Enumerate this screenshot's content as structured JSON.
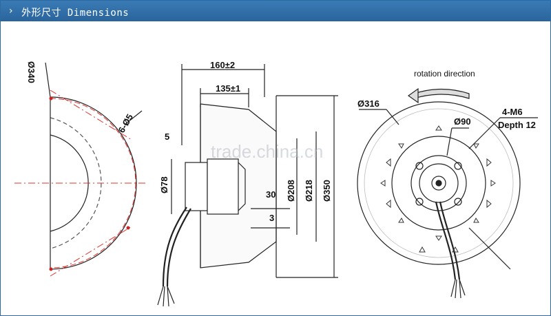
{
  "header": {
    "chevron": "›",
    "title": "外形尺寸 Dimensions",
    "bar_color": "#2f6ea8"
  },
  "left_view": {
    "outer_diameter": "Ø340",
    "holes": "6-Ø5"
  },
  "side_view": {
    "overall_length": "160±2",
    "inner_length": "135±1",
    "hub_offset": "5",
    "motor_diameter": "Ø78",
    "flange_width": "30",
    "flange_thickness": "3",
    "inlet_diameter": "Ø208",
    "ring_diameter": "Ø218",
    "impeller_diameter": "Ø350"
  },
  "front_view": {
    "rotation_label": "rotation direction",
    "bolt_circle": "Ø316",
    "hub_diameter": "Ø90",
    "thread": "4-M6",
    "depth": "Depth 12"
  },
  "watermark": "trade.china.cn",
  "colors": {
    "centerline": "#e0302c",
    "line": "#222222"
  }
}
